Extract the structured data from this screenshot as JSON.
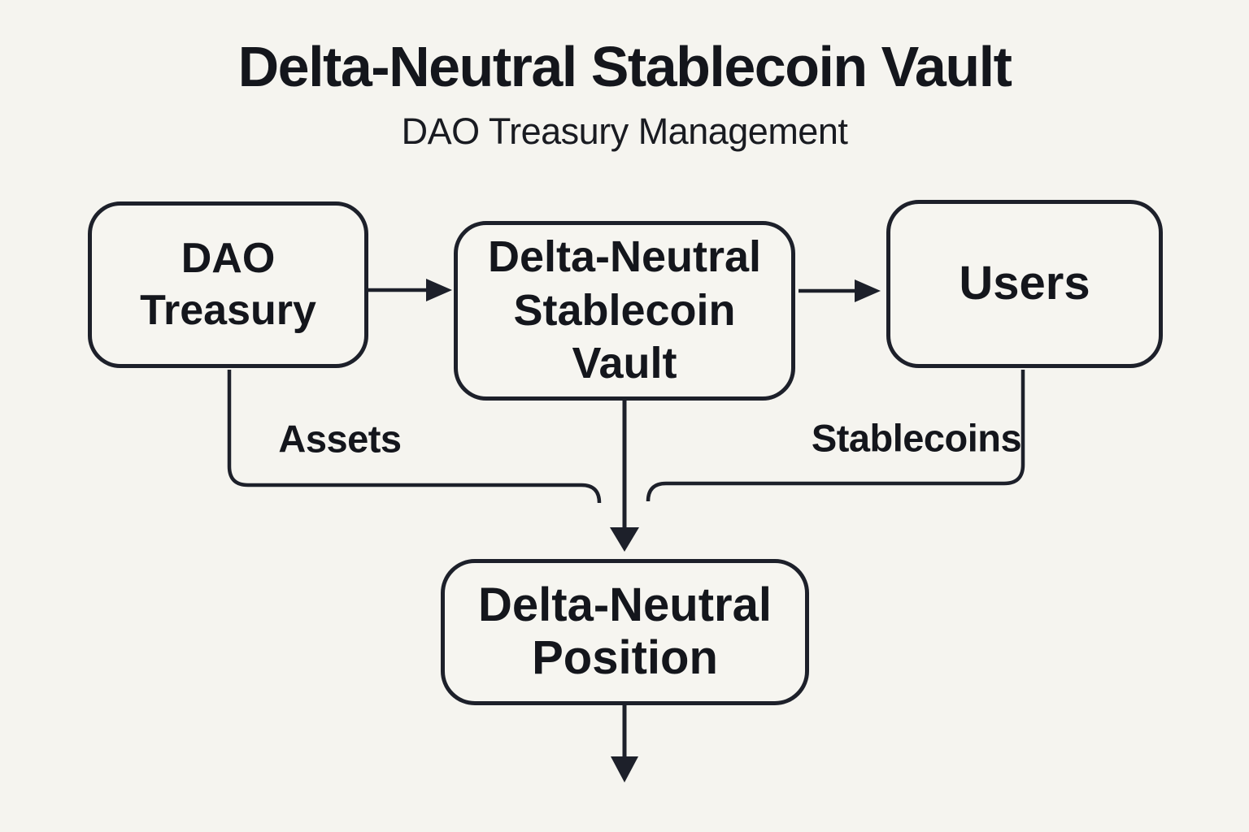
{
  "colors": {
    "background": "#f5f4ef",
    "stroke": "#1d202a",
    "text": "#14161c"
  },
  "header": {
    "title": "Delta-Neutral Stablecoin Vault",
    "subtitle": "DAO Treasury Management"
  },
  "diagram": {
    "nodes": [
      {
        "id": "dao-treasury",
        "line1": "DAO",
        "line2": "Treasury"
      },
      {
        "id": "stablecoin-vault",
        "line1": "Delta-Neutral",
        "line2": "Stablecoin Vault"
      },
      {
        "id": "users",
        "line1": "Users"
      },
      {
        "id": "delta-neutral-position",
        "line1": "Delta-Neutral",
        "line2": "Position"
      }
    ],
    "edges": [
      {
        "from": "dao-treasury",
        "to": "stablecoin-vault",
        "label": ""
      },
      {
        "from": "stablecoin-vault",
        "to": "users",
        "label": ""
      },
      {
        "from": "stablecoin-vault",
        "to": "delta-neutral-position",
        "label": ""
      },
      {
        "from": "dao-treasury",
        "to": "delta-neutral-position",
        "label": "Assets"
      },
      {
        "from": "users",
        "to": "delta-neutral-position",
        "label": "Stablecoins"
      },
      {
        "from": "delta-neutral-position",
        "to": "output",
        "label": ""
      }
    ],
    "edge_labels": {
      "assets": "Assets",
      "stablecoins": "Stablecoins"
    }
  }
}
